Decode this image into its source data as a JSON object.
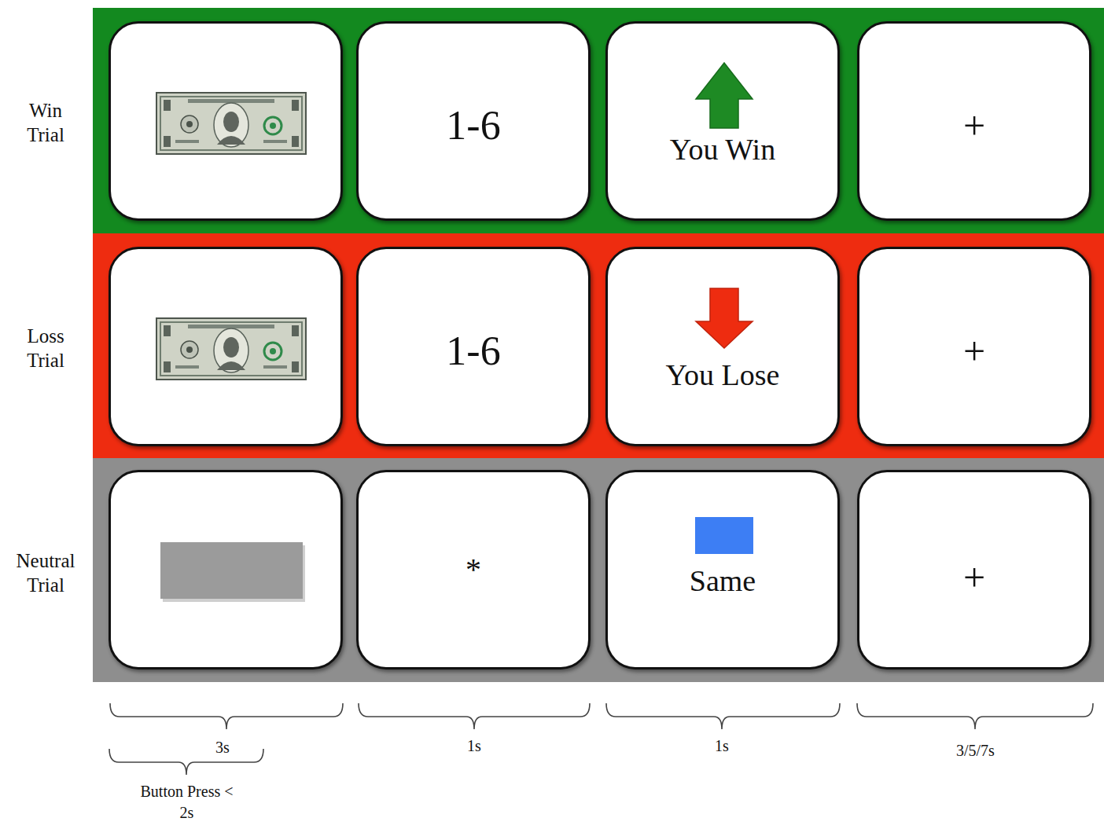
{
  "diagram": {
    "nodes": [
      {
        "text": [
          "Win Trial"
        ]
      },
      {
        "text": [
          "1-6"
        ],
        "in": 0
      },
      {
        "text": [
          "You Win"
        ],
        "in": 0
      },
      {
        "text": [
          "+"
        ],
        "in": 0
      },
      {
        "text": [
          "Loss Trial"
        ]
      },
      {
        "text": [
          "1-6"
        ],
        "in": 4
      },
      {
        "text": [
          "You Lose"
        ],
        "in": 4
      },
      {
        "text": [
          "+"
        ],
        "in": 4
      },
      {
        "text": [
          "Neutral Trial"
        ]
      },
      {
        "text": [
          "*"
        ],
        "in": 8
      },
      {
        "text": [
          "Same"
        ],
        "in": 8
      },
      {
        "text": [
          "+"
        ],
        "in": 8
      }
    ],
    "labels": [
      "3s",
      "1s",
      "1s",
      "3/5/7s",
      "Button Press < 2s"
    ]
  }
}
